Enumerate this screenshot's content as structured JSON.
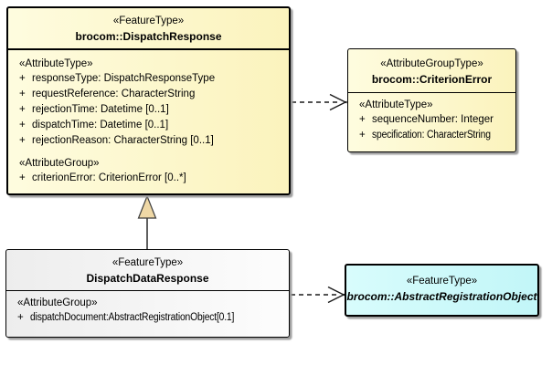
{
  "colors": {
    "canvas_bg": "#FFFFFF",
    "yellow_fill_start": "#FEFCDF",
    "yellow_fill_end": "#FBF3BD",
    "gray_fill_start": "#EDEDED",
    "gray_fill_end": "#FDFDFD",
    "cyan_fill_start": "#D8FCFC",
    "cyan_fill_end": "#C2F6F8",
    "box_border": "#000000",
    "shadow": "#9E9E9E",
    "connector": "#1A1A1A",
    "generalization_fill": "#EFD8A6",
    "text": "#000000"
  },
  "classes": {
    "dispatch_response": {
      "stereotype": "«FeatureType»",
      "name": "brocom::DispatchResponse",
      "sections": [
        {
          "heading": "«AttributeType»",
          "rows": [
            {
              "vis": "+",
              "text": "responseType: DispatchResponseType"
            },
            {
              "vis": "+",
              "text": "requestReference: CharacterString"
            },
            {
              "vis": "+",
              "text": "rejectionTime: Datetime [0..1]"
            },
            {
              "vis": "+",
              "text": "dispatchTime: Datetime [0..1]"
            },
            {
              "vis": "+",
              "text": "rejectionReason: CharacterString [0..1]"
            }
          ]
        },
        {
          "heading": "«AttributeGroup»",
          "rows": [
            {
              "vis": "+",
              "text": "criterionError: CriterionError [0..*]"
            }
          ]
        }
      ]
    },
    "criterion_error": {
      "stereotype": "«AttributeGroupType»",
      "name": "brocom::CriterionError",
      "sections": [
        {
          "heading": "«AttributeType»",
          "rows": [
            {
              "vis": "+",
              "text": "sequenceNumber: Integer"
            },
            {
              "vis": "+",
              "text": "specification: CharacterString"
            }
          ]
        }
      ]
    },
    "dispatch_data_response": {
      "stereotype": "«FeatureType»",
      "name": "DispatchDataResponse",
      "sections": [
        {
          "heading": "«AttributeGroup»",
          "rows": [
            {
              "vis": "+",
              "text": "dispatchDocument:AbstractRegistrationObject[0.1]"
            }
          ]
        }
      ]
    },
    "abstract_registration_object": {
      "stereotype": "«FeatureType»",
      "name": "brocom::AbstractRegistrationObject"
    }
  },
  "connectors": {
    "generalization": {
      "type": "generalization",
      "from": "DispatchDataResponse",
      "to": "brocom::DispatchResponse"
    },
    "dependency_criterion_error": {
      "type": "dependency",
      "from": "brocom::DispatchResponse",
      "to": "brocom::CriterionError"
    },
    "dependency_abstract_registration_object": {
      "type": "dependency",
      "from": "DispatchDataResponse",
      "to": "brocom::AbstractRegistrationObject"
    }
  }
}
